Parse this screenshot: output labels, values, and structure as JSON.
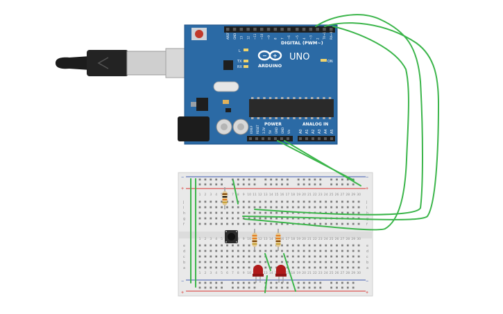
{
  "arduino": {
    "digital_label": "DIGITAL (PWM~)",
    "analog_label": "ANALOG IN",
    "power_label": "POWER",
    "logo_text": "ARDUINO",
    "model": "UNO",
    "on_label": "ON",
    "l_label": "L",
    "tx_label": "TX",
    "rx_label": "RX",
    "top_pins": [
      "AREF",
      "GND",
      "13",
      "12",
      "~11",
      "~10",
      "~9",
      "8",
      "7",
      "~6",
      "~5",
      "4",
      "~3",
      "2",
      "TX→1",
      "RX←0"
    ],
    "power_pins": [
      "IOREF",
      "RESET",
      "3.3V",
      "5V",
      "GND",
      "GND",
      "Vin"
    ],
    "analog_pins": [
      "A0",
      "A1",
      "A2",
      "A3",
      "A4",
      "A5"
    ]
  },
  "breadboard": {
    "rail_minus": "−",
    "rail_plus": "+",
    "column_numbers": [
      "1",
      "2",
      "3",
      "4",
      "5",
      "6",
      "7",
      "8",
      "9",
      "10",
      "11",
      "12",
      "13",
      "14",
      "15",
      "16",
      "17",
      "18",
      "19",
      "20",
      "21",
      "22",
      "23",
      "24",
      "25",
      "26",
      "27",
      "28",
      "29",
      "30"
    ],
    "rows_top": [
      "j",
      "i",
      "h",
      "g",
      "f"
    ],
    "rows_bottom": [
      "e",
      "d",
      "c",
      "b",
      "a"
    ]
  },
  "colors": {
    "board": "#2b6aa5",
    "wire": "#3bb54a",
    "led": "#b01a1a",
    "breadboard": "#e9e9e9",
    "rail_red": "#d9332f",
    "rail_blue": "#3a57b0"
  }
}
